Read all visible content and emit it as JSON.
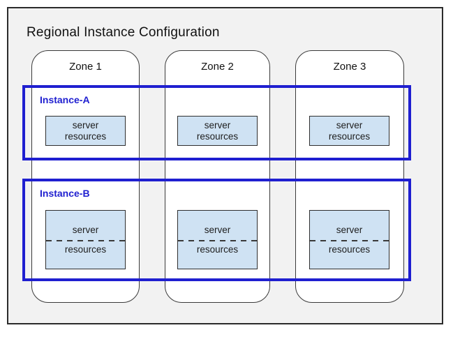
{
  "diagram": {
    "title": "Regional Instance Configuration"
  },
  "zones": [
    {
      "label": "Zone 1"
    },
    {
      "label": "Zone 2"
    },
    {
      "label": "Zone 3"
    }
  ],
  "instances": [
    {
      "label": "Instance-A",
      "spans_zones": [
        "Zone 1",
        "Zone 2",
        "Zone 3"
      ],
      "resource_line1": "server",
      "resource_line2": "resources",
      "resource_divider": "none"
    },
    {
      "label": "Instance-B",
      "spans_zones": [
        "Zone 1",
        "Zone 2",
        "Zone 3"
      ],
      "resource_line1": "server",
      "resource_line2": "resources",
      "resource_divider": "dashed"
    }
  ],
  "colors": {
    "region_fill": "#f2f2f2",
    "region_border": "#2b2b2b",
    "zone_fill": "#ffffff",
    "zone_border": "#3a3a3a",
    "instance_border": "#1f1fd0",
    "instance_label_text": "#1f1fd0",
    "resource_fill": "#cfe2f3",
    "resource_border": "#2e2e2e",
    "text": "#111111"
  }
}
